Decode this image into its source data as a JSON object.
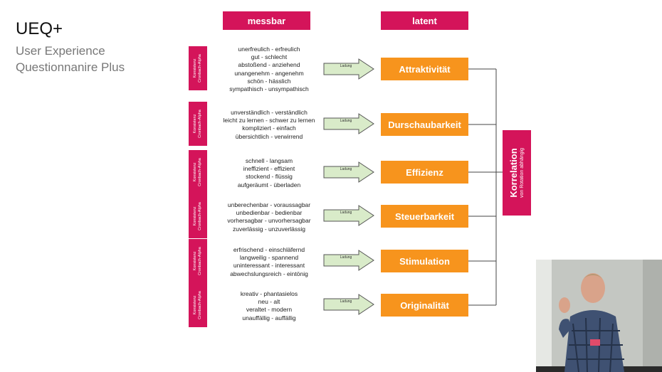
{
  "slide": {
    "title": "UEQ+",
    "subtitle_lines": [
      "User Experience",
      "Questionnanire Plus"
    ]
  },
  "headers": {
    "measurable": "messbar",
    "latent": "latent"
  },
  "tag": {
    "line1": "Konsistenz",
    "line2": "Cronbach-Alpha"
  },
  "arrow_label": "Ladung",
  "groups": [
    {
      "items": [
        "unerfreulich - erfreulich",
        "gut  - schlecht",
        "abstoßend - anziehend",
        "unangenehm - angenehm",
        "schön - hässlich",
        "sympathisch - unsympathisch"
      ],
      "latent": "Attraktivität"
    },
    {
      "items": [
        "unverständlich - verständlich",
        "leicht zu lernen - schwer zu lernen",
        "kompliziert - einfach",
        "übersichtlich - verwirrend"
      ],
      "latent": "Durschaubarkeit"
    },
    {
      "items": [
        "schnell - langsam",
        "ineffizient - effizient",
        "stockend - flüssig",
        "aufgeräumt - überladen"
      ],
      "latent": "Effizienz"
    },
    {
      "items": [
        "unberechenbar - voraussagbar",
        "unbedienbar - bedienbar",
        "vorhersagbar - unvorhersagbar",
        "zuverlässig - unzuverlässig"
      ],
      "latent": "Steuerbarkeit"
    },
    {
      "items": [
        "erfrischend - einschläfernd",
        "langweilig - spannend",
        "uninteressant - interessant",
        "abwechslungsreich - eintönig"
      ],
      "latent": "Stimulation"
    },
    {
      "items": [
        "kreativ - phantasielos",
        "neu - alt",
        "veraltet - modern",
        "unauffällig - auffällig"
      ],
      "latent": "Originalität"
    }
  ],
  "correlation": {
    "title": "Korrelation",
    "subtitle": "von Rotation abhängig"
  },
  "colors": {
    "magenta": "#d4145a",
    "orange": "#f7941d",
    "arrow_fill": "#d9ebc9"
  }
}
